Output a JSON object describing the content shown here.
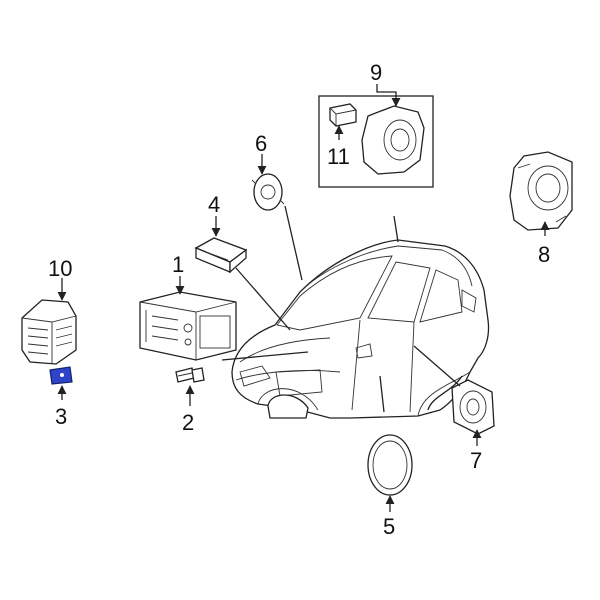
{
  "callouts": {
    "c1": "1",
    "c2": "2",
    "c3": "3",
    "c4": "4",
    "c5": "5",
    "c6": "6",
    "c7": "7",
    "c8": "8",
    "c9": "9",
    "c10": "10",
    "c11": "11"
  },
  "colors": {
    "highlight": "#2f43c8",
    "line": "#222222"
  }
}
